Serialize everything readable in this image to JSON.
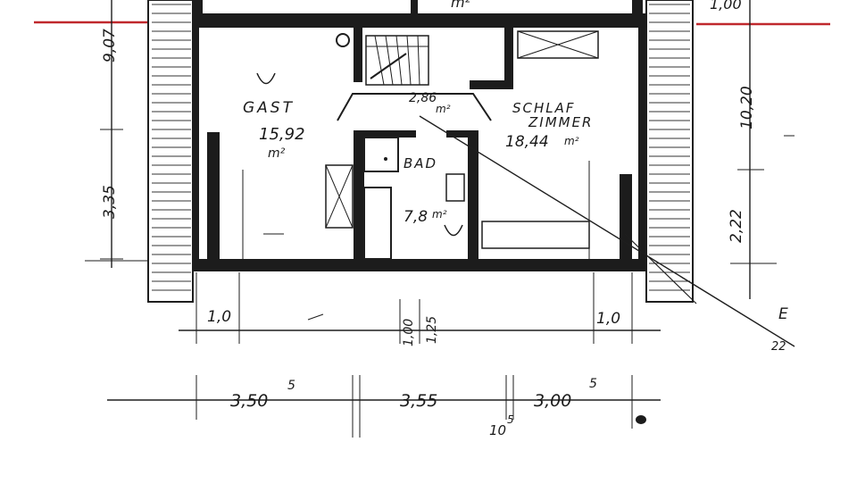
{
  "colors": {
    "ink": "#1c1c1c",
    "paper": "#ffffff",
    "marker": "#c0282d"
  },
  "top_partial": {
    "area_fragment": "m²",
    "dim_right": "1,00"
  },
  "rooms": {
    "gast": {
      "name": "GAST",
      "area": "15,92",
      "unit": "m²"
    },
    "flur": {
      "area": "2,86",
      "unit": "m²"
    },
    "bad": {
      "name": "BAD",
      "area": "7,8",
      "unit": "m²"
    },
    "schlafzimmer": {
      "name_line1": "SCHLAF",
      "name_line2": "ZIMMER",
      "area": "18,44",
      "unit": "m²"
    }
  },
  "dims_left": {
    "top": "9,07",
    "middle": "3,35"
  },
  "dims_right": {
    "top": "10,20",
    "lower": "2,22"
  },
  "dims_bottom": {
    "left_offset": "1,0",
    "right_offset": "1,0",
    "center_a": "1,00",
    "center_b": "1,25",
    "seg1": "3,50",
    "seg1_sup": "5",
    "seg2": "3,55",
    "seg3": "3,00",
    "seg3_sup": "5",
    "sub": "10",
    "sub_sup": "5"
  },
  "corner_mark": "E",
  "corner_mark2": "22"
}
